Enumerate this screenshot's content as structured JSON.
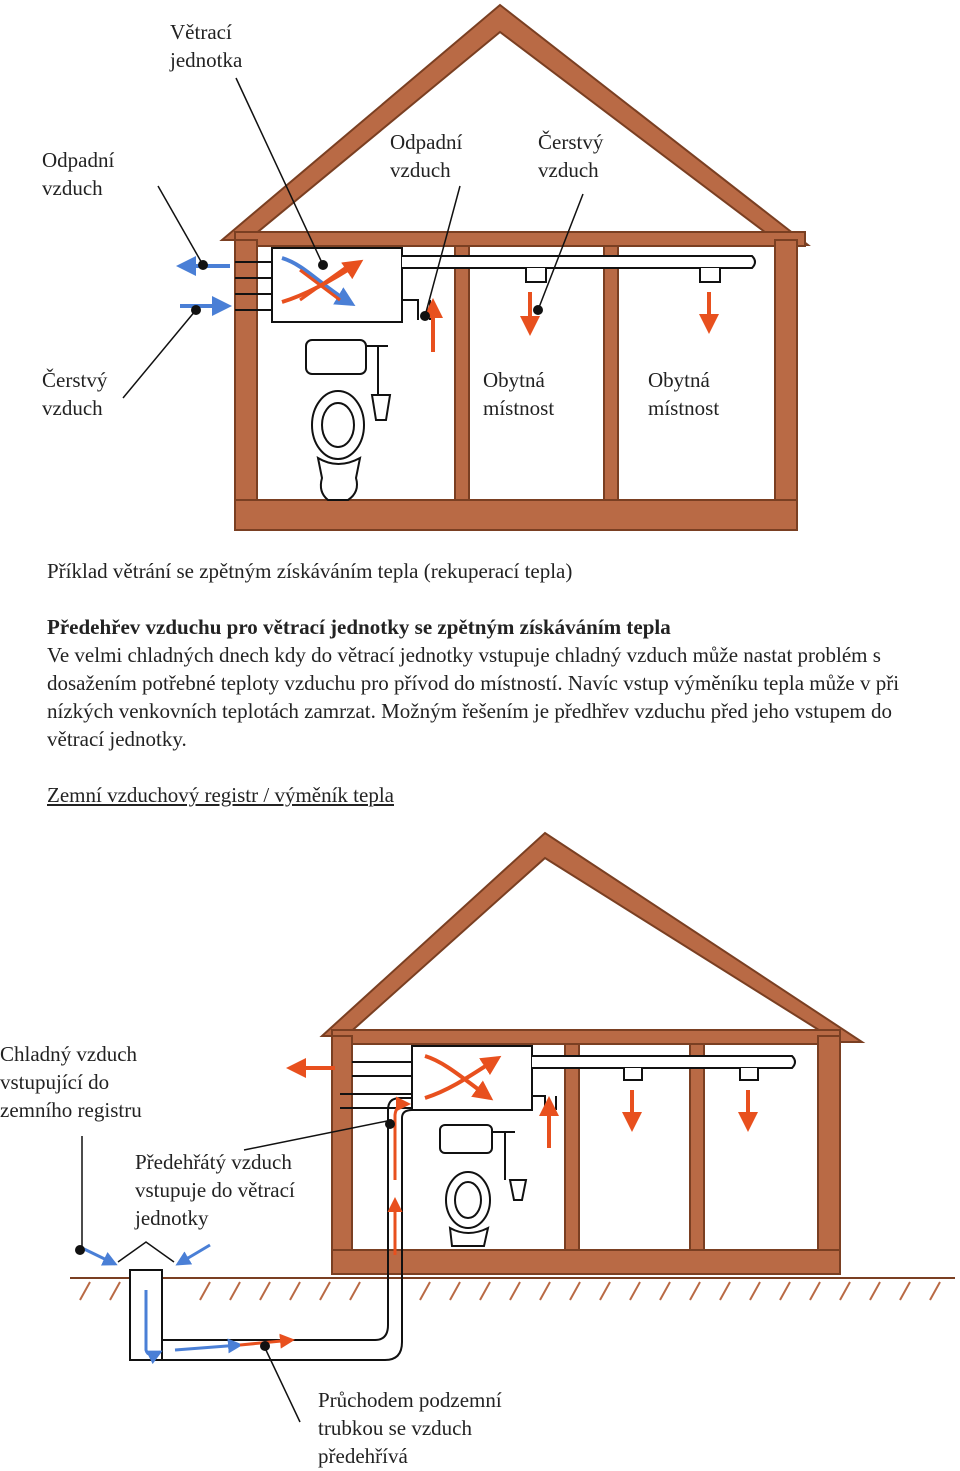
{
  "diagram1": {
    "labels": {
      "unit": "Větrací\njednotka",
      "exhaust_left": "Odpadní\nvzduch",
      "exhaust_inner": "Odpadní\nvzduch",
      "fresh_inner": "Čerstvý\nvzduch",
      "fresh_left": "Čerstvý\nvzduch",
      "room1": "Obytná\nmístnost",
      "room2": "Obytná\nmístnost"
    }
  },
  "text": {
    "caption": "Příklad větrání se zpětným získáváním tepla (rekuperací tepla)",
    "heading": "Předehřev vzduchu pro větrací jednotky se zpětným získáváním tepla",
    "paragraph": "Ve velmi chladných dnech kdy do větrací jednotky vstupuje chladný vzduch může nastat problém s dosažením potřebné teploty vzduchu pro přívod do místností. Navíc vstup výměníku tepla může v při nízkých venkovních teplotách zamrzat. Možným řešením je předhřev vzduchu před jeho vstupem do větrací jednotky.",
    "subheading": "Zemní vzduchový registr / výměník tepla"
  },
  "diagram2": {
    "labels": {
      "cold_air": "Chladný vzduch\nvstupující do\nzemního registru",
      "preheated": "Předehřátý vzduch\nvstupuje do větrací\njednotky",
      "underground": "Průchodem podzemní\ntrubkou se vzduch\npředehřívá"
    }
  },
  "colors": {
    "wood": "#b96a45",
    "wood_dark": "#7a3f22",
    "warm_arrow": "#e8501e",
    "cold_arrow": "#4a7fd6"
  }
}
